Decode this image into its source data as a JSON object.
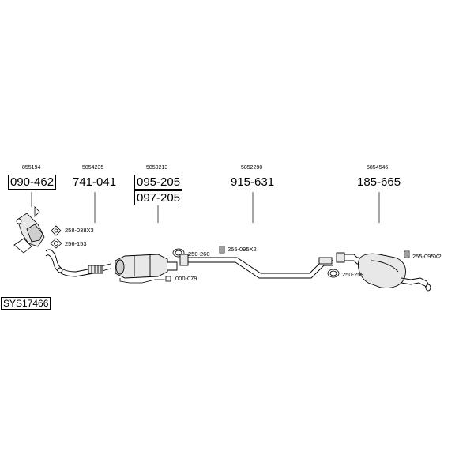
{
  "system": {
    "code": "SYS17466"
  },
  "assemblies": [
    {
      "oe_number": "855194",
      "part_number": "090-462"
    },
    {
      "oe_number": "5854235",
      "part_number": "741-041"
    },
    {
      "oe_number": "5850213",
      "part_numbers": [
        "095-205",
        "097-205"
      ]
    },
    {
      "oe_number": "5852290",
      "part_number": "915-631"
    },
    {
      "oe_number": "5854546",
      "part_number": "185-665"
    }
  ],
  "fittings": [
    {
      "label": "258-038X3"
    },
    {
      "label": "256-153"
    },
    {
      "label": "250-260"
    },
    {
      "label": "255-095X2"
    },
    {
      "label": "000-079"
    },
    {
      "label": "250-258"
    },
    {
      "label": "255-095X2"
    }
  ]
}
